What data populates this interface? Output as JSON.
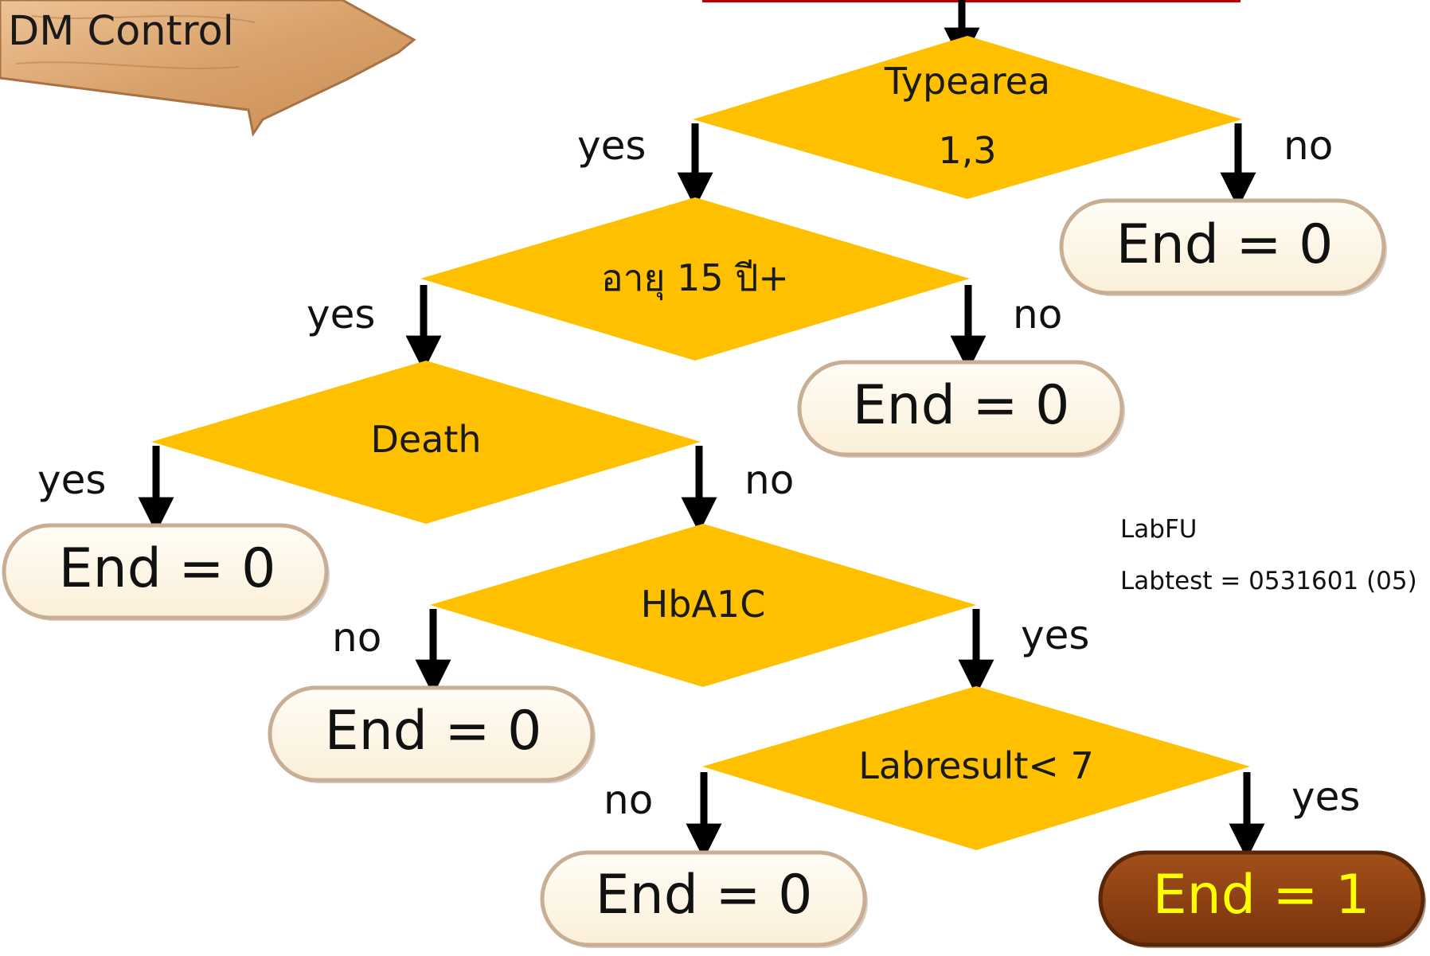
{
  "colors": {
    "decision": "#FFC000",
    "terminal_fill": "#FFF6E6",
    "terminal_highlight_fill": "#8C3D10",
    "terminal_highlight_text": "#FFFF00",
    "arrow": "#000000",
    "sign_wood": "#E3B07D",
    "header_line": "#C00000"
  },
  "sign": {
    "label": "DM Control"
  },
  "decisions": {
    "typearea": {
      "line1": "Typearea",
      "line2": "1,3"
    },
    "age": {
      "label": "อายุ 15 ปี+"
    },
    "death": {
      "label": "Death"
    },
    "hba1c": {
      "label": "HbA1C"
    },
    "labresult": {
      "label": "Labresult< 7"
    }
  },
  "branches": {
    "typearea_yes": "yes",
    "typearea_no": "no",
    "age_yes": "yes",
    "age_no": "no",
    "death_yes": "yes",
    "death_no": "no",
    "hba1c_no": "no",
    "hba1c_yes": "yes",
    "labresult_no": "no",
    "labresult_yes": "yes"
  },
  "terminals": {
    "typearea_no": "End = 0",
    "age_no": "End = 0",
    "death_yes": "End = 0",
    "hba1c_no": "End = 0",
    "labresult_no": "End = 0",
    "labresult_yes": "End = 1"
  },
  "note": {
    "line1": "LabFU",
    "line2": "Labtest = 0531601 (05)"
  }
}
